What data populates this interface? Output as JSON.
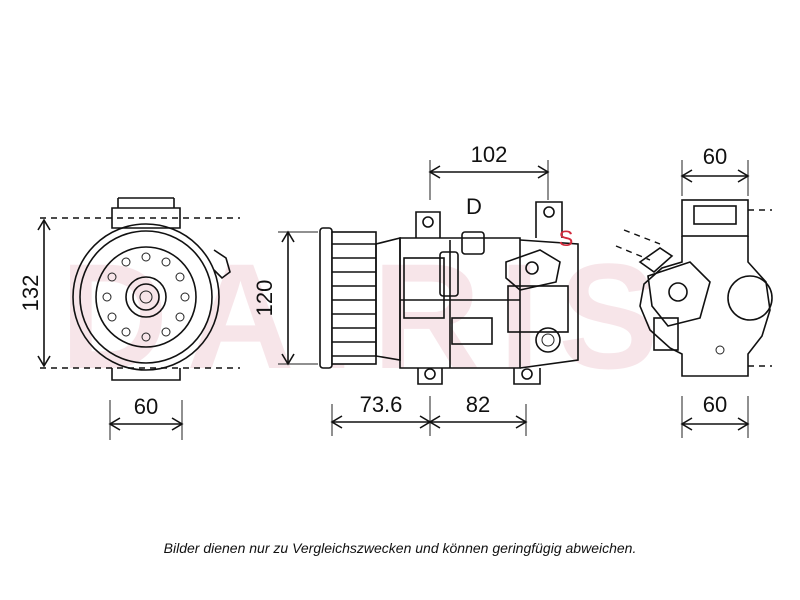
{
  "watermark": {
    "text": "DAIRIS",
    "color": "#e9b7c2"
  },
  "ports": {
    "discharge": "D",
    "suction": "S",
    "suction_color": "#d22a3c"
  },
  "dimensions": {
    "front_height": "132",
    "front_width": "60",
    "side_top_width": "102",
    "side_height": "120",
    "side_bottom_left": "73.6",
    "side_bottom_right": "82",
    "rear_top_width": "60",
    "rear_bottom_width": "60"
  },
  "disclaimer": "Bilder dienen nur zu Vergleichszwecken und können geringfügig abweichen."
}
